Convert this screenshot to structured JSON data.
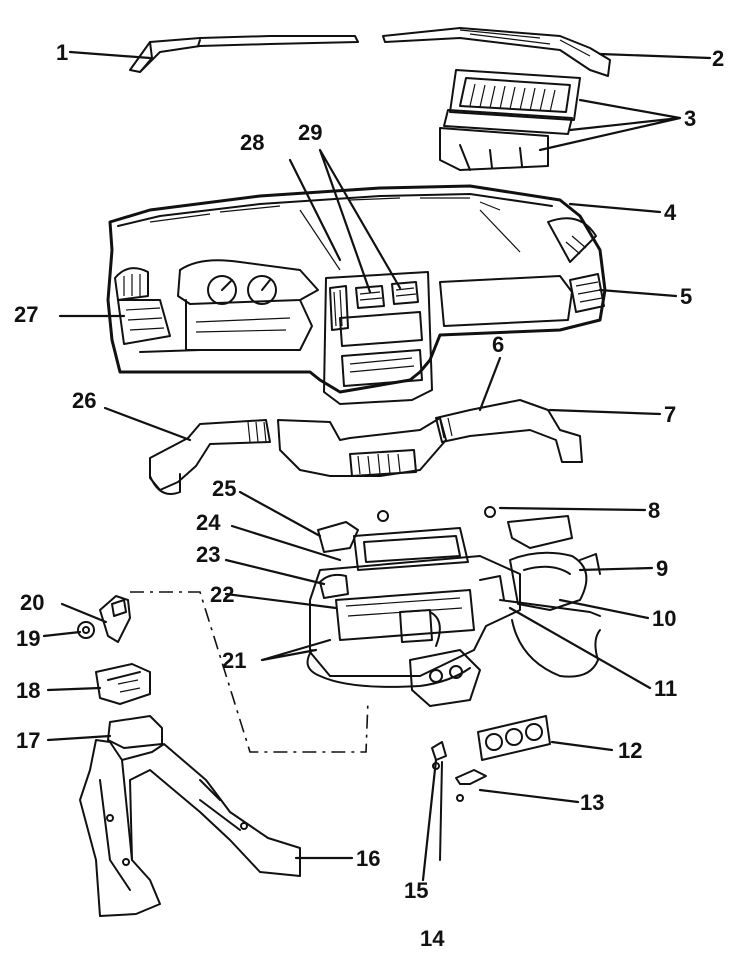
{
  "colors": {
    "ink": "#111111",
    "paper": "#ffffff"
  },
  "callouts": [
    "1",
    "2",
    "3",
    "4",
    "5",
    "6",
    "7",
    "8",
    "9",
    "10",
    "11",
    "12",
    "13",
    "14",
    "15",
    "16",
    "17",
    "18",
    "19",
    "20",
    "21",
    "22",
    "23",
    "24",
    "25",
    "26",
    "27",
    "28",
    "29"
  ]
}
